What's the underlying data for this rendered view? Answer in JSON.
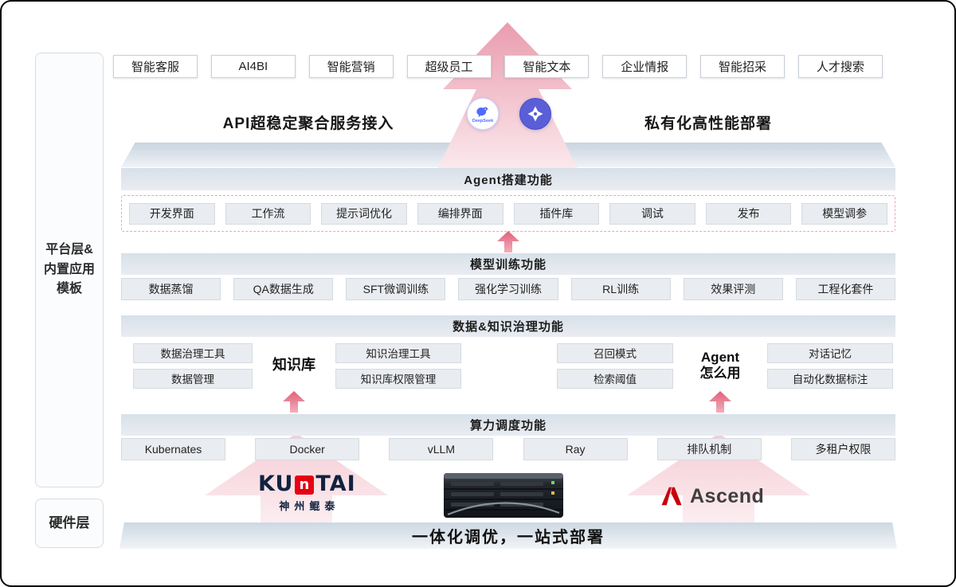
{
  "sidebar": {
    "platform_label": "平台层&\n内置应用\n模板",
    "hardware_label": "硬件层"
  },
  "top_apps": [
    "智能客服",
    "AI4BI",
    "智能营销",
    "超级员工",
    "智能文本",
    "企业情报",
    "智能招采",
    "人才搜索"
  ],
  "access": {
    "api_label": "API超稳定聚合服务接入",
    "deploy_label": "私有化高性能部署",
    "deepseek_caption": "DeepSeek"
  },
  "sections": {
    "agent": {
      "title": "Agent搭建功能",
      "items": [
        "开发界面",
        "工作流",
        "提示词优化",
        "编排界面",
        "插件库",
        "调试",
        "发布",
        "模型调参"
      ]
    },
    "training": {
      "title": "模型训练功能",
      "items": [
        "数据蒸馏",
        "QA数据生成",
        "SFT微调训练",
        "强化学习训练",
        "RL训练",
        "效果评测",
        "工程化套件"
      ]
    },
    "governance": {
      "title": "数据&知识治理功能",
      "left": {
        "col1": [
          "数据治理工具",
          "数据管理"
        ],
        "center": "知识库",
        "col2": [
          "知识治理工具",
          "知识库权限管理"
        ]
      },
      "right": {
        "col1": [
          "召回模式",
          "检索阈值"
        ],
        "center": "Agent\n怎么用",
        "col2": [
          "对话记忆",
          "自动化数据标注"
        ]
      }
    },
    "compute": {
      "title": "算力调度功能",
      "items": [
        "Kubernates",
        "Docker",
        "vLLM",
        "Ray",
        "排队机制",
        "多租户权限"
      ]
    }
  },
  "hardware": {
    "kuntai": {
      "left": "KU",
      "mid": "n",
      "right": "TAI",
      "sub": "神州鲲泰"
    },
    "ascend_label": "Ascend",
    "banner": "一体化调优，一站式部署"
  },
  "colors": {
    "accent_pink": "#e2607a",
    "bar_bg": "#dde4eb",
    "chip_bg": "#e9ecf0",
    "kuntai_red": "#e60012",
    "ascend_red": "#c7000b",
    "deepseek_blue": "#4d6bfe",
    "tongyi_indigo": "#5a5fd8"
  }
}
